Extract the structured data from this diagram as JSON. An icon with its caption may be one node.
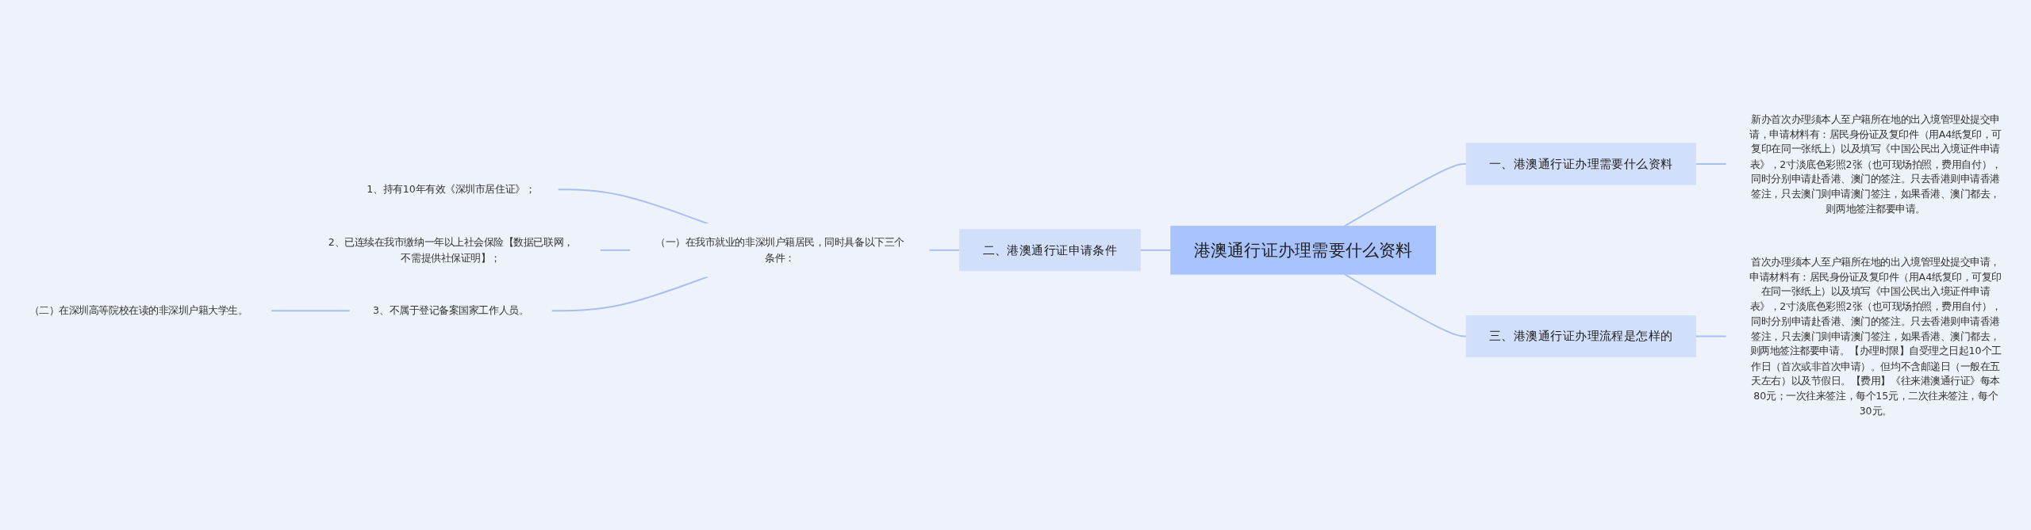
{
  "diagram": {
    "nodes": [
      {
        "text": [
          "港澳通行证办理需要什么资料"
        ]
      },
      {
        "text": [
          "一、港澳通行证办理需要什么资料"
        ]
      },
      {
        "text": [
          "新办首次办理须本人至户籍所在地的出入境管理处提交申请，申请材料有：居民身份证及复印件（用A4纸复印，可复印在同一张纸上）以及填写《中国公民出入境证件申请表》，2寸淡底色彩照2张（也可现场拍照，费用自付），同时分别申请赴香港、澳门的签注。只去香港则申请香港签注，只去澳门则申请澳门签注，如果香港、澳门都去，则两地签注都要申请。"
        ]
      },
      {
        "text": [
          "二、港澳通行证申请条件"
        ]
      },
      {
        "text": [
          "（一）在我市就业的非深圳户籍居民，同时具备以下三个条件："
        ]
      },
      {
        "text": [
          "1、持有10年有效《深圳市居住证》；"
        ]
      },
      {
        "text": [
          "2、已连续在我市缴纳一年以上社会保险【数据已联网，不需提供社保证明】；"
        ]
      },
      {
        "text": [
          "3、不属于登记备案国家工作人员。"
        ]
      },
      {
        "text": [
          "（二）在深圳高等院校在读的非深圳户籍大学生。"
        ]
      },
      {
        "text": [
          "三、港澳通行证办理流程是怎样的"
        ]
      },
      {
        "text": [
          "首次办理须本人至户籍所在地的出入境管理处提交申请，申请材料有：居民身份证及复印件（用A4纸复印，可复印在同一张纸上）以及填写《中国公民出入境证件申请表》，2寸淡底色彩照2张（也可现场拍照，费用自付），同时分别申请赴香港、澳门的签注。只去香港则申请香港签注，只去澳门则申请澳门签注，如果香港、澳门都去，则两地签注都要申请。【办理时限】自受理之日起10个工作日（首次或非首次申请）。但均不含邮递日（一般在五天左右）以及节假日。【费用】《往来港澳通行证》每本80元；一次往来签注，每个15元，二次往来签注，每个30元。"
        ]
      }
    ],
    "edges": [
      {
        "from": 0,
        "to": 1,
        "arrow": "none"
      },
      {
        "from": 1,
        "to": 2,
        "arrow": "none"
      },
      {
        "from": 3,
        "to": 0,
        "arrow": "none"
      },
      {
        "from": 4,
        "to": 3,
        "arrow": "none"
      },
      {
        "from": 5,
        "to": 4,
        "arrow": "none"
      },
      {
        "from": 6,
        "to": 4,
        "arrow": "none"
      },
      {
        "from": 7,
        "to": 4,
        "arrow": "none"
      },
      {
        "from": 8,
        "to": 7,
        "arrow": "none"
      },
      {
        "from": 0,
        "to": 9,
        "arrow": "none"
      },
      {
        "from": 9,
        "to": 10,
        "arrow": "none"
      }
    ]
  }
}
